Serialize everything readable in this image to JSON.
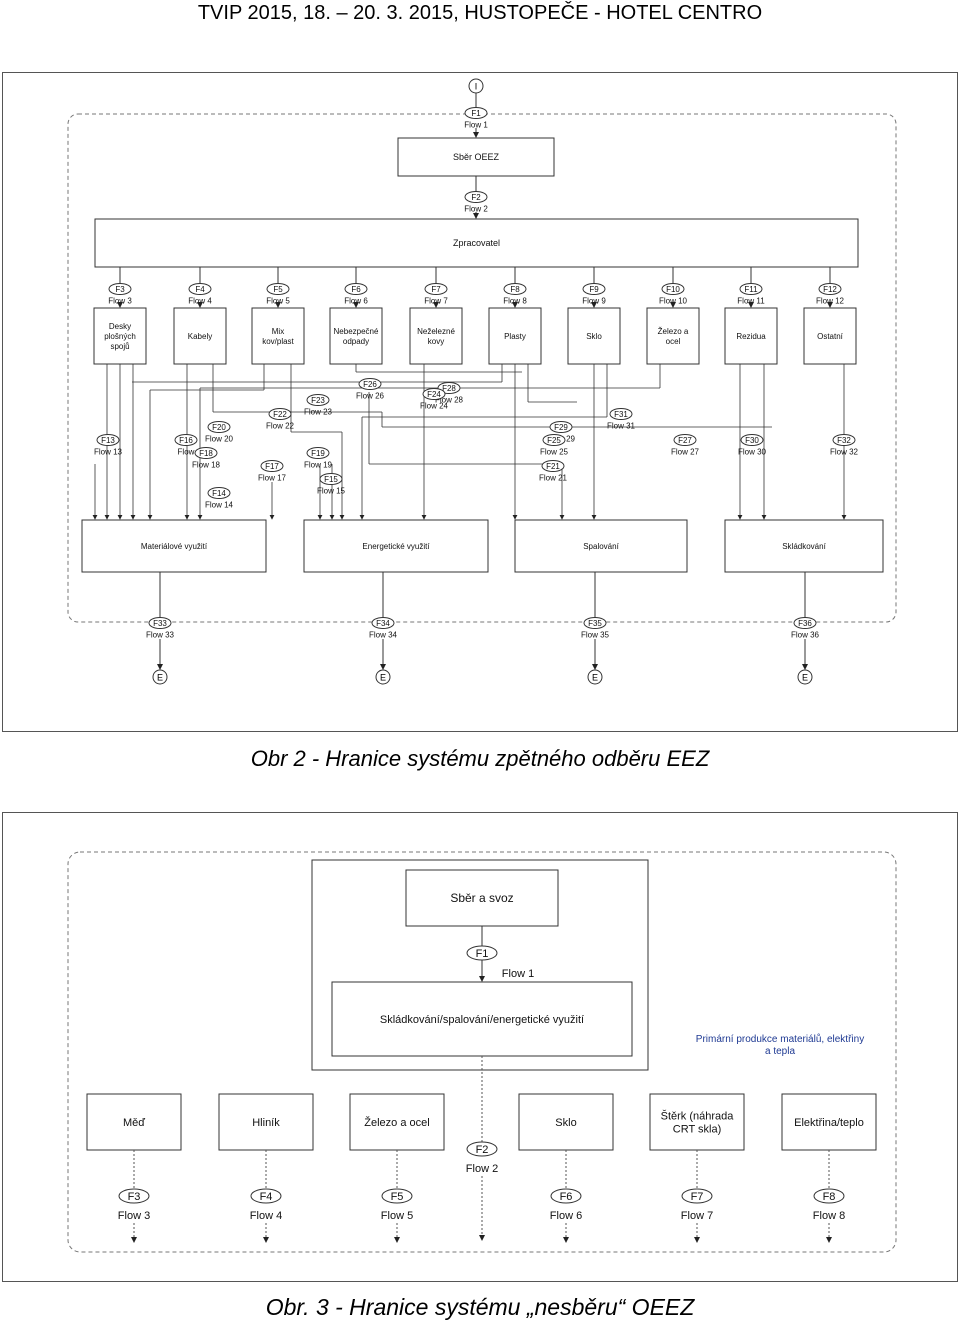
{
  "header": {
    "title": "TVIP 2015, 18. – 20. 3. 2015, HUSTOPEČE - HOTEL CENTRO"
  },
  "captions": {
    "fig2": "Obr 2 - Hranice systému zpětného odběru EEZ",
    "fig3": "Obr. 3 -  Hranice systému „nesběru“ OEEZ"
  },
  "diagram1": {
    "start_node": "I",
    "end_node": "E",
    "top_boxes": [
      {
        "id": "sber",
        "label": "Sběr OEEZ"
      },
      {
        "id": "zprac",
        "label": "Zpracovatel"
      }
    ],
    "top_flows": [
      {
        "id": "F1",
        "label": "Flow 1"
      },
      {
        "id": "F2",
        "label": "Flow 2"
      }
    ],
    "fractions": [
      {
        "flow_id": "F3",
        "flow_label": "Flow 3",
        "box": "Desky plošných spojů"
      },
      {
        "flow_id": "F4",
        "flow_label": "Flow 4",
        "box": "Kabely"
      },
      {
        "flow_id": "F5",
        "flow_label": "Flow 5",
        "box": "Mix kov/plast"
      },
      {
        "flow_id": "F6",
        "flow_label": "Flow 6",
        "box": "Nebezpečné odpady"
      },
      {
        "flow_id": "F7",
        "flow_label": "Flow 7",
        "box": "Neželezné kovy"
      },
      {
        "flow_id": "F8",
        "flow_label": "Flow 8",
        "box": "Plasty"
      },
      {
        "flow_id": "F9",
        "flow_label": "Flow 9",
        "box": "Sklo"
      },
      {
        "flow_id": "F10",
        "flow_label": "Flow 10",
        "box": "Železo a ocel"
      },
      {
        "flow_id": "F11",
        "flow_label": "Flow 11",
        "box": "Rezidua"
      },
      {
        "flow_id": "F12",
        "flow_label": "Flow 12",
        "box": "Ostatní"
      }
    ],
    "mid_flows": [
      {
        "id": "F26",
        "label": "Flow 26"
      },
      {
        "id": "F28",
        "label": "Flow 28"
      },
      {
        "id": "F24",
        "label": "Flow 24"
      },
      {
        "id": "F23",
        "label": "Flow 23"
      },
      {
        "id": "F22",
        "label": "Flow 22"
      },
      {
        "id": "F20",
        "label": "Flow 20"
      },
      {
        "id": "F13",
        "label": "Flow 13"
      },
      {
        "id": "F16",
        "label": "Flow"
      },
      {
        "id": "F18",
        "label": "Flow 18"
      },
      {
        "id": "F17",
        "label": "Flow 17"
      },
      {
        "id": "F19",
        "label": "Flow 19"
      },
      {
        "id": "F15",
        "label": "Flow 15"
      },
      {
        "id": "F14",
        "label": "Flow 14"
      },
      {
        "id": "F29",
        "label": "Flow 29"
      },
      {
        "id": "F25",
        "label": "Flow 25"
      },
      {
        "id": "F21",
        "label": "Flow 21"
      },
      {
        "id": "F31",
        "label": "Flow 31"
      },
      {
        "id": "F27",
        "label": "Flow 27"
      },
      {
        "id": "F30",
        "label": "Flow 30"
      },
      {
        "id": "F32",
        "label": "Flow 32"
      }
    ],
    "destinations": [
      {
        "box": "Materiálové využití",
        "flow_id": "F33",
        "flow_label": "Flow 33"
      },
      {
        "box": "Energetické využití",
        "flow_id": "F34",
        "flow_label": "Flow 34"
      },
      {
        "box": "Spalování",
        "flow_id": "F35",
        "flow_label": "Flow 35"
      },
      {
        "box": "Skládkování",
        "flow_id": "F36",
        "flow_label": "Flow 36"
      }
    ]
  },
  "diagram2": {
    "sber_box": "Sběr a svoz",
    "f1": {
      "id": "F1",
      "label": "Flow 1"
    },
    "disposal_box": "Skládkování/spalování/energetické využití",
    "primary_note": "Primární produkce materiálů, elektřiny a tepla",
    "f2": {
      "id": "F2",
      "label": "Flow 2"
    },
    "products": [
      {
        "box": "Měď",
        "flow_id": "F3",
        "flow_label": "Flow 3"
      },
      {
        "box": "Hliník",
        "flow_id": "F4",
        "flow_label": "Flow 4"
      },
      {
        "box": "Železo a ocel",
        "flow_id": "F5",
        "flow_label": "Flow 5"
      },
      {
        "box": "Sklo",
        "flow_id": "F6",
        "flow_label": "Flow 6"
      },
      {
        "box": "Štěrk (náhrada CRT skla)",
        "flow_id": "F7",
        "flow_label": "Flow 7"
      },
      {
        "box": "Elektřina/teplo",
        "flow_id": "F8",
        "flow_label": "Flow 8"
      }
    ],
    "colors": {
      "note": "#1f3a93"
    }
  }
}
